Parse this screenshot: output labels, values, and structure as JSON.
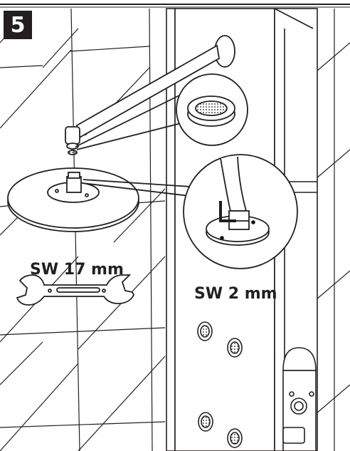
{
  "step_number": "5",
  "tools": {
    "wrench_label": "SW 17 mm",
    "hex_key_label": "SW 2 mm"
  },
  "colors": {
    "line": "#231f20",
    "background": "#ffffff",
    "badge": "#231f20"
  },
  "icons": [
    "open-end-wrench-icon",
    "hex-key-icon",
    "shower-head-icon",
    "shower-panel-icon",
    "strainer-icon"
  ]
}
